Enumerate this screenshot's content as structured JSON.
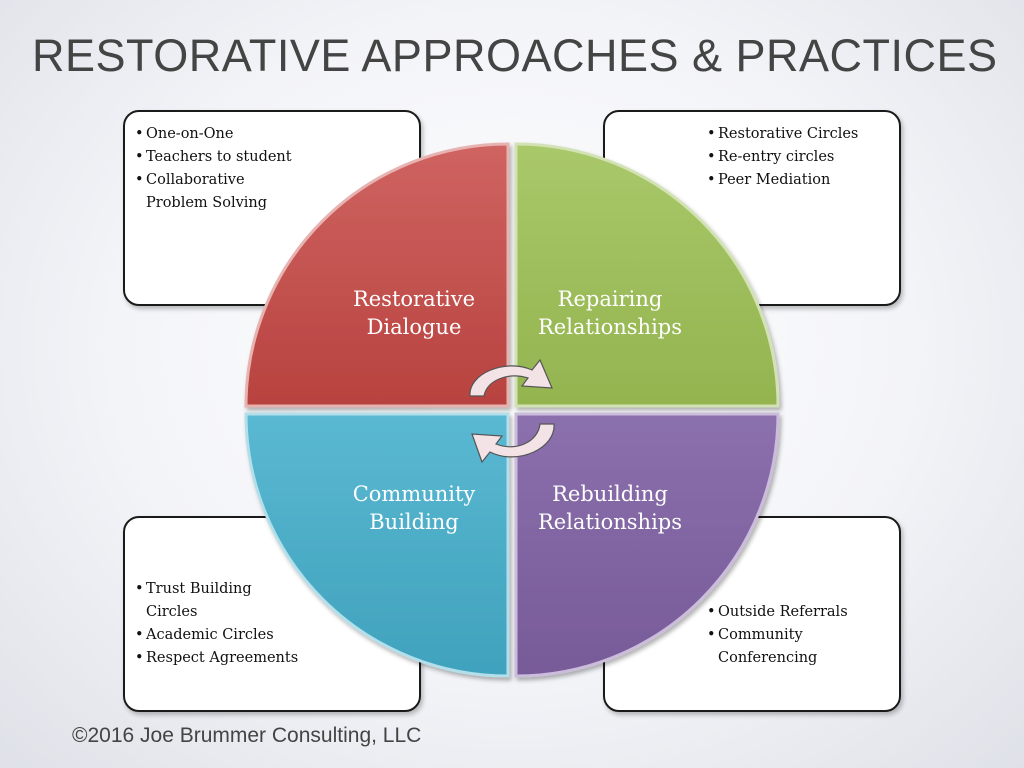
{
  "title": "RESTORATIVE APPROACHES & PRACTICES",
  "footer": "©2016 Joe Brummer Consulting, LLC",
  "quadrants": {
    "top_left": {
      "line1": "Restorative",
      "line2": "Dialogue",
      "color": "#c0504d"
    },
    "top_right": {
      "line1": "Repairing",
      "line2": "Relationships",
      "color": "#9bbb59"
    },
    "bottom_left": {
      "line1": "Community",
      "line2": "Building",
      "color": "#4bacc6"
    },
    "bottom_right": {
      "line1": "Rebuilding",
      "line2": "Relationships",
      "color": "#8064a2"
    }
  },
  "boxes": {
    "top_left": [
      "One-on-One",
      "Teachers to student",
      "Collaborative",
      "Problem Solving"
    ],
    "top_right": [
      "Restorative Circles",
      "Re-entry circles",
      "Peer Mediation"
    ],
    "bottom_left": [
      "Trust Building",
      "Circles",
      "Academic Circles",
      "Respect Agreements"
    ],
    "bottom_right": [
      "Outside Referrals",
      "Community",
      "Conferencing"
    ]
  },
  "bullet": "•",
  "icons": {
    "center": "circular-arrows-icon"
  }
}
